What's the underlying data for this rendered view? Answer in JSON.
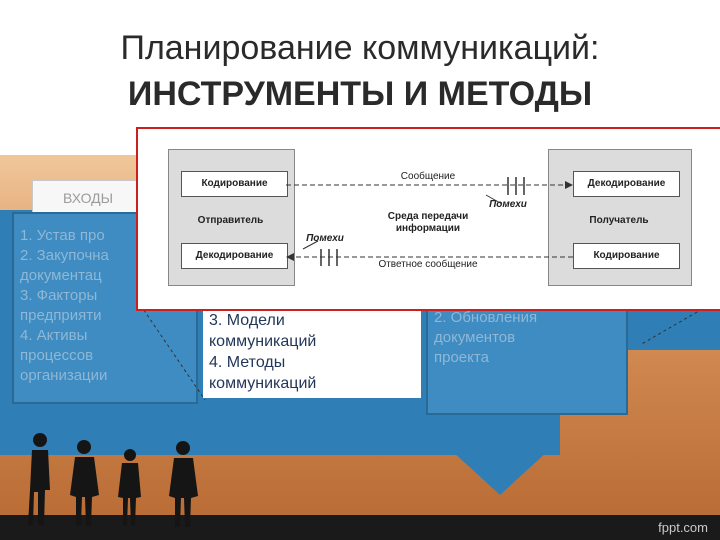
{
  "title": {
    "line1": "Планирование коммуникаций:",
    "line2": "ИНСТРУМЕНТЫ И МЕТОДЫ"
  },
  "inputs_tab": "ВХОДЫ",
  "left_panel_text": "1. Устав про\n2. Закупочна\nдокументац\n3. Факторы\nпредприяти\n4. Активы\nпроцессов\nорганизации",
  "middle_panel_text": "3. Модели\nкоммуникаций\n4. Методы\nкоммуникаций",
  "right_panel_text": "2. Обновления\nдокументов\nпроекта",
  "diagram": {
    "encoding": "Кодирование",
    "sender": "Отправитель",
    "sender_decoding": "Декодирование",
    "message": "Сообщение",
    "noise_top": "Помехи",
    "medium": "Среда передачи\nинформации",
    "noise_bottom": "Помехи",
    "reply": "Ответное сообщение",
    "decoding": "Декодирование",
    "receiver": "Получатель",
    "receiver_encoding": "Кодирование"
  },
  "footer": "fppt.com"
}
